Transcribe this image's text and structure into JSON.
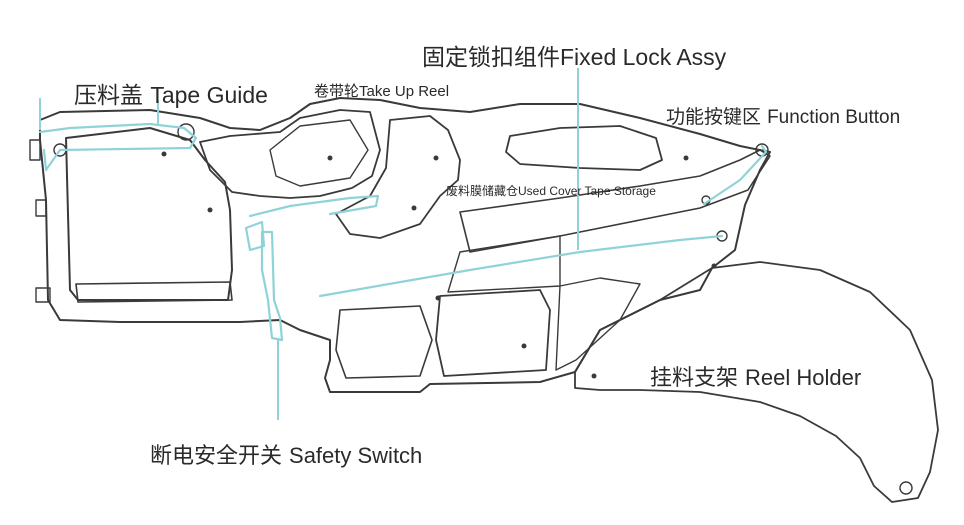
{
  "labels": {
    "tape_guide": {
      "zh": "压料盖",
      "en": "Tape Guide"
    },
    "take_up_reel": {
      "zh": "卷带轮",
      "en": "Take Up Reel"
    },
    "fixed_lock_assy": {
      "zh": "固定锁扣组件",
      "en": "Fixed Lock Assy"
    },
    "function_button": {
      "zh": "功能按键区",
      "en": "Function Button"
    },
    "used_cover_tape_storage": {
      "zh": "废料膜储藏仓",
      "en": "Used Cover Tape Storage"
    },
    "reel_holder": {
      "zh": "挂料支架",
      "en": "Reel Holder"
    },
    "safety_switch": {
      "zh": "断电安全开关",
      "en": "Safety Switch"
    }
  },
  "colors": {
    "outline": "#3a3a3a",
    "highlight": "#8fd3d8",
    "text": "#2a2a2a"
  }
}
